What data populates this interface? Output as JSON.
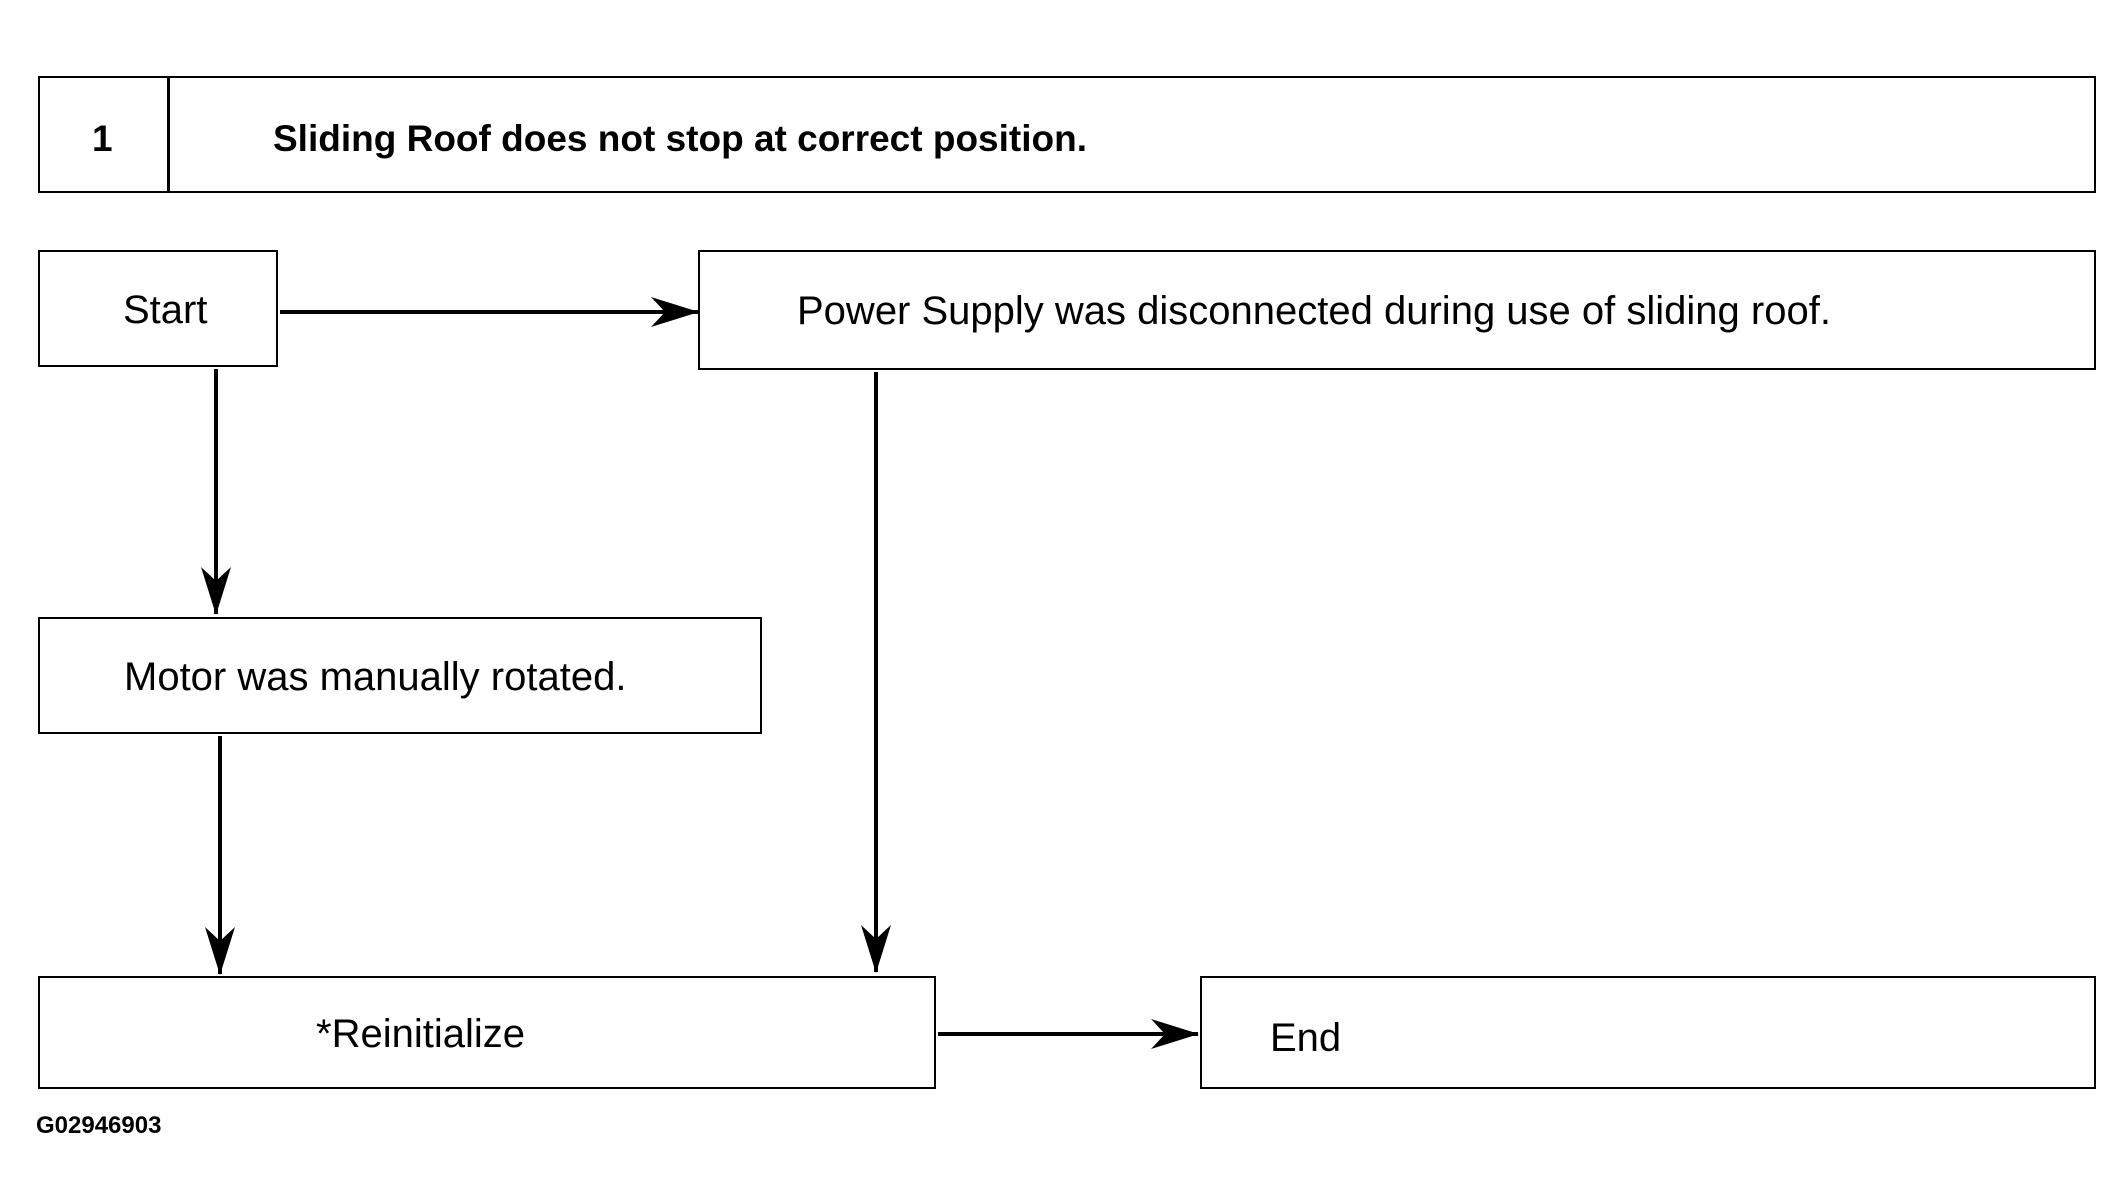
{
  "header": {
    "step_number": "1",
    "title": "Sliding Roof does not stop at correct position."
  },
  "nodes": {
    "start": "Start",
    "power_supply": "Power Supply was disconnected during use of sliding roof.",
    "motor": "Motor was manually rotated.",
    "reinitialize": "*Reinitialize",
    "end": "End"
  },
  "figure_id": "G02946903",
  "colors": {
    "line": "#000000",
    "background": "#ffffff"
  }
}
